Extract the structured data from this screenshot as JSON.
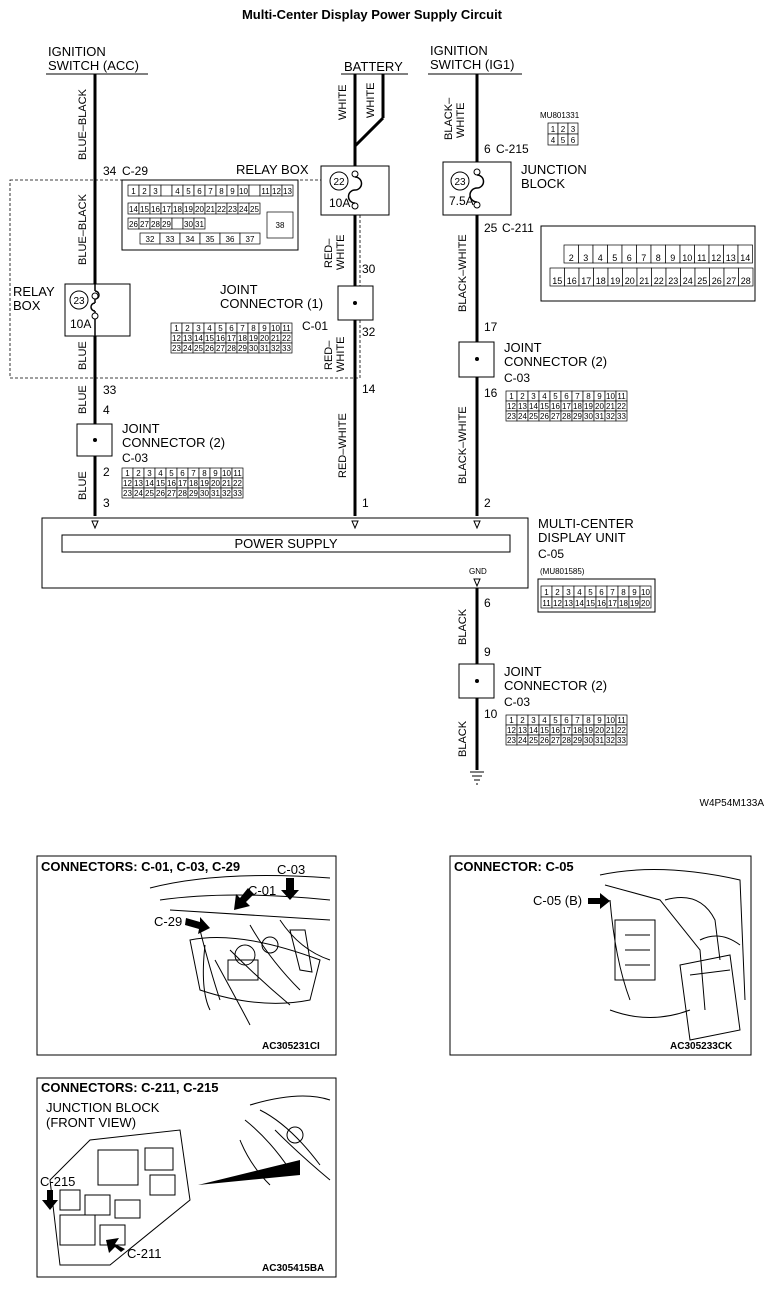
{
  "title": "Multi-Center Display Power Supply Circuit",
  "diagram_code": "W4P54M133A",
  "sources": {
    "ign_acc": [
      "IGNITION",
      "SWITCH (ACC)"
    ],
    "battery": "BATTERY",
    "ign_ig1": [
      "IGNITION",
      "SWITCH (IG1)"
    ]
  },
  "relay_box_top": {
    "label": "RELAY BOX",
    "connector": "C-29",
    "pin": "34",
    "cells_row1": [
      "1",
      "2",
      "3",
      "",
      "4",
      "5",
      "6",
      "7",
      "8",
      "9",
      "10",
      "",
      "11",
      "12",
      "13"
    ],
    "cells_row2": [
      "14",
      "15",
      "16",
      "17",
      "18",
      "19",
      "20",
      "21",
      "22",
      "23",
      "24",
      "25"
    ],
    "cells_row3": [
      "26",
      "27",
      "28",
      "29",
      "",
      "30",
      "31"
    ],
    "cells_row4": [
      "32",
      "33",
      "34",
      "35",
      "36",
      "37"
    ],
    "big_cell": "38"
  },
  "relay_box_left": {
    "label": [
      "RELAY",
      "BOX"
    ],
    "fuse_no": "23",
    "rating": "10A"
  },
  "battery_fuse": {
    "fuse_no": "22",
    "rating": "10A"
  },
  "junction_block": {
    "label": [
      "JUNCTION",
      "BLOCK"
    ],
    "fuse_no": "23",
    "rating": "7.5A",
    "pin_in": "6",
    "conn_in": "C-215",
    "pin_out": "25",
    "conn_out": "C-211",
    "ref_small": "MU801331",
    "small_cells": [
      "1",
      "2",
      "3",
      "4",
      "5",
      "6"
    ],
    "c211_row1": [
      "2",
      "3",
      "4",
      "5",
      "6",
      "7",
      "8",
      "9",
      "10",
      "11",
      "12",
      "13",
      "14"
    ],
    "c211_row2": [
      "15",
      "16",
      "17",
      "18",
      "19",
      "20",
      "21",
      "22",
      "23",
      "24",
      "25",
      "26",
      "27",
      "28"
    ]
  },
  "joint_connector_1": {
    "label": [
      "JOINT",
      "CONNECTOR (1)"
    ],
    "connector": "C-01",
    "pin_in": "30",
    "pin_out": "32",
    "pin_unit": "14"
  },
  "joint_connector_2_left": {
    "label": [
      "JOINT",
      "CONNECTOR (2)"
    ],
    "connector": "C-03",
    "pin_in": "4",
    "pin_out": "2"
  },
  "joint_connector_2_right": {
    "label": [
      "JOINT",
      "CONNECTOR (2)"
    ],
    "connector": "C-03",
    "pin_in": "17",
    "pin_out": "16"
  },
  "joint_connector_2_gnd": {
    "label": [
      "JOINT",
      "CONNECTOR (2)"
    ],
    "connector": "C-03",
    "pin_in": "9",
    "pin_out": "10"
  },
  "joint_grid": {
    "row1": [
      "1",
      "2",
      "3",
      "4",
      "5",
      "6",
      "7",
      "8",
      "9",
      "10",
      "11"
    ],
    "row2": [
      "12",
      "13",
      "14",
      "15",
      "16",
      "17",
      "18",
      "19",
      "20",
      "21",
      "22"
    ],
    "row3": [
      "23",
      "24",
      "25",
      "26",
      "27",
      "28",
      "29",
      "30",
      "31",
      "32",
      "33"
    ]
  },
  "wires": {
    "blue_black": "BLUE–BLACK",
    "white": "WHITE",
    "red_white": [
      "RED–",
      "WHITE"
    ],
    "red_white_long": "RED–WHITE",
    "black_white_top": [
      "BLACK–",
      "WHITE"
    ],
    "black_white": "BLACK–WHITE",
    "blue": "BLUE",
    "black": "BLACK"
  },
  "pins": {
    "acc_relay_out": "33",
    "acc_unit": "3",
    "battery_unit": "1",
    "ig1_unit": "2",
    "unit_gnd": "6"
  },
  "unit": {
    "label": [
      "MULTI-CENTER",
      "DISPLAY UNIT"
    ],
    "connector": "C-05",
    "ref": "(MU801585)",
    "power_supply": "POWER SUPPLY",
    "gnd": "GND",
    "row1": [
      "1",
      "2",
      "3",
      "4",
      "5",
      "6",
      "7",
      "8",
      "9",
      "10"
    ],
    "row2": [
      "11",
      "12",
      "13",
      "14",
      "15",
      "16",
      "17",
      "18",
      "19",
      "20"
    ]
  },
  "photos": [
    {
      "title": "CONNECTORS: C-01, C-03, C-29",
      "code": "AC305231CI",
      "callouts": [
        "C-03",
        "C-01",
        "C-29"
      ]
    },
    {
      "title": "CONNECTOR: C-05",
      "code": "AC305233CK",
      "callouts": [
        "C-05 (B)"
      ]
    },
    {
      "title": "CONNECTORS: C-211, C-215",
      "code": "AC305415BA",
      "sub": [
        "JUNCTION BLOCK",
        "(FRONT VIEW)"
      ],
      "callouts": [
        "C-215",
        "C-211"
      ]
    }
  ]
}
